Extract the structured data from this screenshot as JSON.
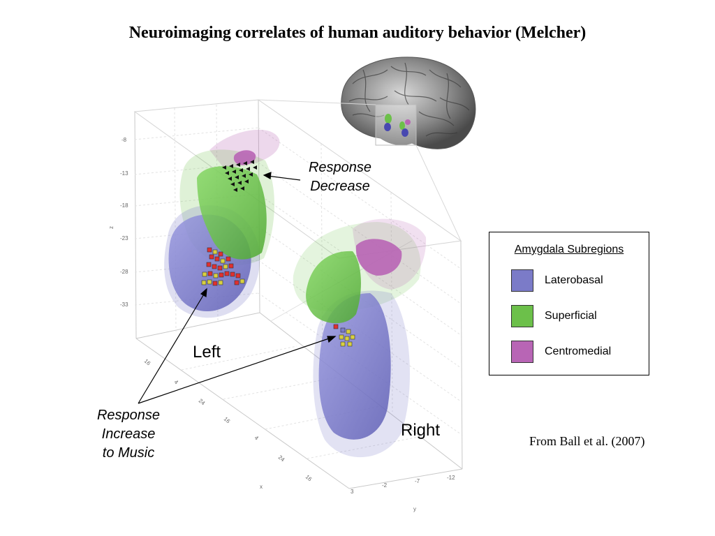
{
  "title": "Neuroimaging  correlates of human auditory behavior (Melcher)",
  "annotations": {
    "response_decrease": [
      "Response",
      "Decrease"
    ],
    "response_increase": [
      "Response",
      "Increase",
      "to Music"
    ]
  },
  "sides": {
    "left": "Left",
    "right": "Right"
  },
  "axes": {
    "z_label": "z",
    "z_ticks": [
      "-8",
      "-13",
      "-18",
      "-23",
      "-28",
      "-33"
    ],
    "x_label": "x",
    "x_ticks": [
      "16",
      "4",
      "24",
      "16",
      "4",
      "24",
      "16"
    ],
    "y_label": "y",
    "y_ticks": [
      "3",
      "-2",
      "-7",
      "-12"
    ]
  },
  "legend": {
    "title": "Amygdala Subregions",
    "items": [
      {
        "label": "Laterobasal",
        "color": "#7B7BC8"
      },
      {
        "label": "Superficial",
        "color": "#6CC04A"
      },
      {
        "label": "Centromedial",
        "color": "#B865B5"
      }
    ]
  },
  "citation": "From Ball et al. (2007)",
  "colors": {
    "laterobasal": "#7B7BC8",
    "superficial": "#6CC04A",
    "centromedial": "#B865B5",
    "increase_marker": "#E03030",
    "neutral_marker": "#D8D040"
  }
}
